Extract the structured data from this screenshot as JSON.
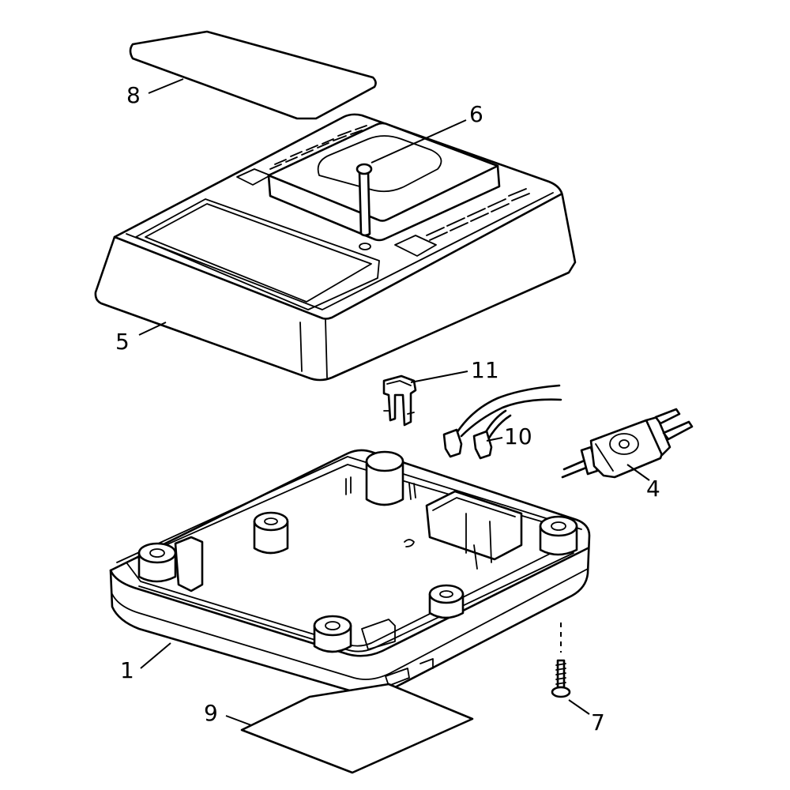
{
  "callouts": {
    "base": "1",
    "power_cord": "4",
    "top_cover": "5",
    "contact_post": "6",
    "screw": "7",
    "top_label": "8",
    "bottom_label": "9",
    "terminals": "10",
    "terminal_clip": "11"
  }
}
